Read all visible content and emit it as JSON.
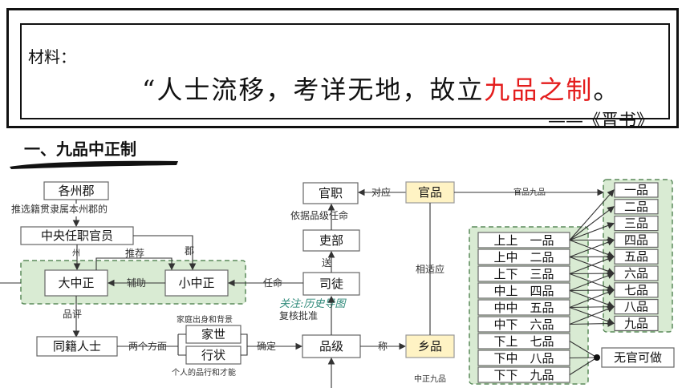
{
  "material": {
    "label": "材料：",
    "quote_before": "“人士流移，考详无地，故立",
    "quote_red": "九品之制",
    "quote_after": "。",
    "source": "——《晋书》"
  },
  "section_title": "一、九品中正制",
  "diagram": {
    "boxes": {
      "zhoujun": "各州郡",
      "zhongyang": "中央任职官员",
      "dazhongzheng": "大中正",
      "xiaozhongzheng": "小中正",
      "tongji": "同籍人士",
      "jiashi": "家世",
      "xingzhuang": "行状",
      "pinji": "品级",
      "xiangpin": "乡品",
      "situ": "司徒",
      "libu": "吏部",
      "guanzhi": "官职",
      "guanpin": "官品",
      "wuguan": "无官可做"
    },
    "labels": {
      "tuixuan": "推选籍贯隶属本州郡的",
      "zhou": "州",
      "jun": "郡",
      "tuijian": "推荐",
      "fuzhu": "辅助",
      "renming": "任命",
      "pinping": "品评",
      "jiating": "家庭出身和背景",
      "liangge": "两个方面",
      "queding": "确定",
      "cheng": "称",
      "geren": "个人的品行和才能",
      "fuhe": "复核批准",
      "song": "送",
      "yiju": "依据品级任命",
      "duiying": "对应",
      "xiangshiying": "相适应",
      "guanpin_jiupin": "官品九品",
      "zhongzheng_jiupin": "中正九品",
      "watermark": "关注:历史导图"
    },
    "xiangpin_levels": [
      "上上　一品",
      "上中　二品",
      "上下　三品",
      "中上　四品",
      "中中　五品",
      "中下　六品",
      "下上　七品",
      "下中　八品",
      "下下　九品"
    ],
    "guanpin_levels": [
      "一品",
      "二品",
      "三品",
      "四品",
      "五品",
      "六品",
      "七品",
      "八品",
      "九品"
    ]
  }
}
